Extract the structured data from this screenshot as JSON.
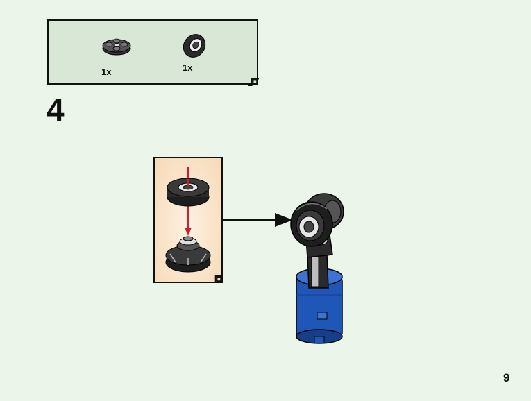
{
  "step": {
    "number": "4"
  },
  "page": {
    "number": "9"
  },
  "parts_list": {
    "items": [
      {
        "name": "round-plate-with-pins",
        "quantity": "1x"
      },
      {
        "name": "tire",
        "quantity": "1x"
      }
    ]
  },
  "colors": {
    "page_background": "#ebf5ea",
    "parts_background": "#d9e7d6",
    "sub_step_background": "#f7d9b6",
    "arrow_red": "#d11f2a",
    "brick_black": "#2a2a2a",
    "brick_blue": "#1f57b8",
    "brick_gray": "#d6d6d6"
  }
}
